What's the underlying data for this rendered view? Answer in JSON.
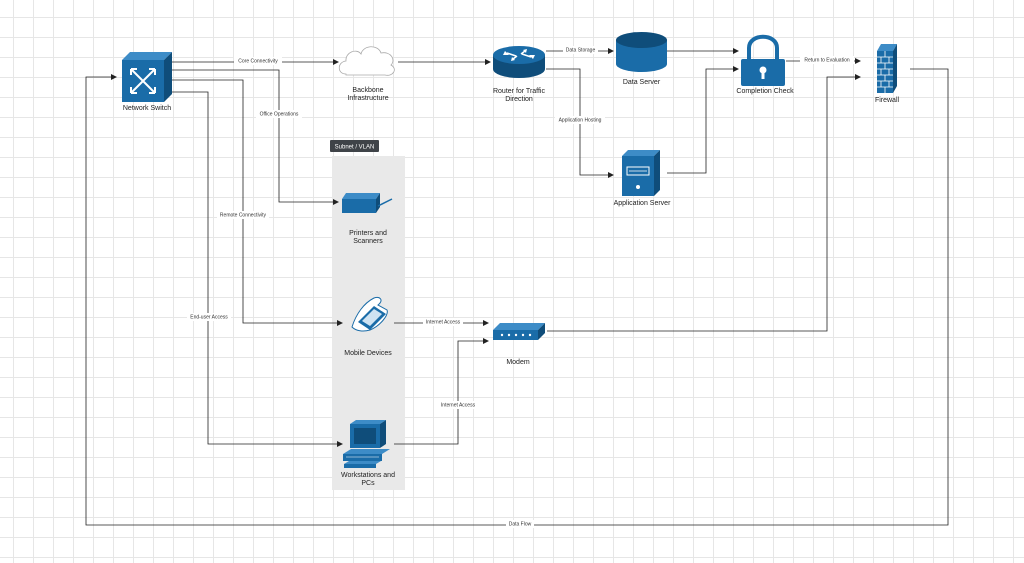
{
  "colors": {
    "accent": "#1a6ca8",
    "dark": "#0f4d7a",
    "line": "#222222",
    "group": "#e9e9e9"
  },
  "group": {
    "title": "Subnet / VLAN"
  },
  "nodes": {
    "switch": {
      "label": "Network Switch",
      "icon": "switch-icon"
    },
    "cloud": {
      "label1": "Backbone",
      "label2": "Infrastructure",
      "icon": "cloud-icon"
    },
    "router": {
      "label1": "Router for Traffic",
      "label2": "Direction",
      "icon": "router-icon"
    },
    "dataserver": {
      "label": "Data Server",
      "icon": "database-icon"
    },
    "lock": {
      "label": "Completion Check",
      "icon": "lock-icon"
    },
    "firewall": {
      "label": "Firewall",
      "icon": "firewall-icon"
    },
    "appserver": {
      "label": "Application Server",
      "icon": "server-icon"
    },
    "printers": {
      "label1": "Printers and",
      "label2": "Scanners",
      "icon": "printer-icon"
    },
    "mobile": {
      "label": "Mobile Devices",
      "icon": "mobile-device-icon"
    },
    "modem": {
      "label": "Modem",
      "icon": "modem-icon"
    },
    "workstation": {
      "label1": "Workstations and",
      "label2": "PCs",
      "icon": "workstation-icon"
    }
  },
  "edges": {
    "core": "Core Connectivity",
    "office": "Office Operations",
    "remote": "Remote Connectivity",
    "enduser": "End-user Access",
    "storage": "Data Storage",
    "apphost": "Application Hosting",
    "eval": "Return to Evaluation",
    "inet1": "Internet Access",
    "inet2": "Internet Access",
    "flow": "Data Flow"
  }
}
